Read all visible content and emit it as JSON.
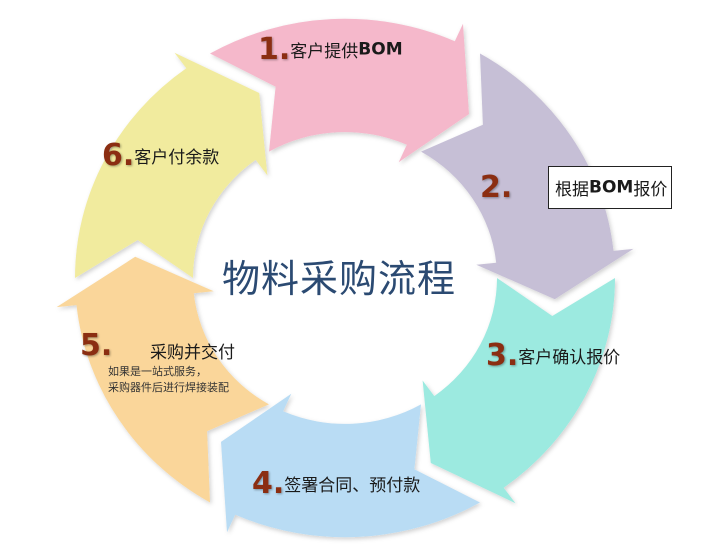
{
  "title": "物料采购流程",
  "colors": {
    "step1": "#f5b8cb",
    "step2": "#c6bfd6",
    "step3": "#9ceae0",
    "step4": "#b9dcf4",
    "step5": "#fad69a",
    "step6": "#f1eb9e",
    "number": "#8b2e12",
    "title": "#2b4a72"
  },
  "steps": [
    {
      "num": "1.",
      "text": "客户提供",
      "bold": "BOM"
    },
    {
      "num": "2.",
      "text": "根据",
      "bold": "BOM",
      "text_after": "报价"
    },
    {
      "num": "3.",
      "text": "客户确认报价"
    },
    {
      "num": "4.",
      "text": "签署合同、预付款"
    },
    {
      "num": "5.",
      "text": "采购并交付",
      "note": [
        "如果是一站式服务，",
        "采购器件后进行焊接装配"
      ]
    },
    {
      "num": "6.",
      "text": "客户付余款"
    }
  ]
}
